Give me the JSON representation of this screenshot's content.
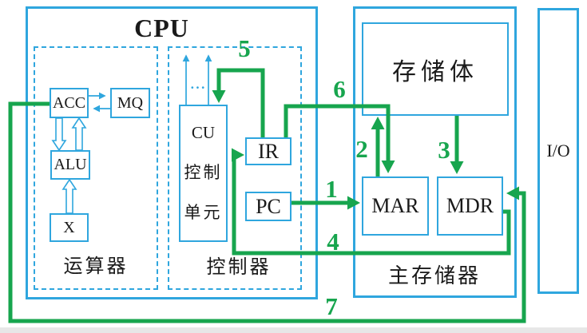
{
  "colors": {
    "box_blue": "#2fa6de",
    "line_green": "#17a54e",
    "text": "#1a1a1a"
  },
  "cpu": {
    "title": "CPU",
    "arithmetic_unit": {
      "label": "运算器",
      "acc": "ACC",
      "mq": "MQ",
      "alu": "ALU",
      "x": "X"
    },
    "control_unit": {
      "label": "控制器",
      "cu_line1": "CU",
      "cu_line2": "控制",
      "cu_line3": "单元",
      "ellipsis": "···",
      "ir": "IR",
      "pc": "PC"
    }
  },
  "main_memory": {
    "label": "主存储器",
    "storage_body": "存储体",
    "mar": "MAR",
    "mdr": "MDR"
  },
  "io": {
    "label": "I/O"
  },
  "steps": [
    "1",
    "2",
    "3",
    "4",
    "5",
    "6",
    "7"
  ]
}
